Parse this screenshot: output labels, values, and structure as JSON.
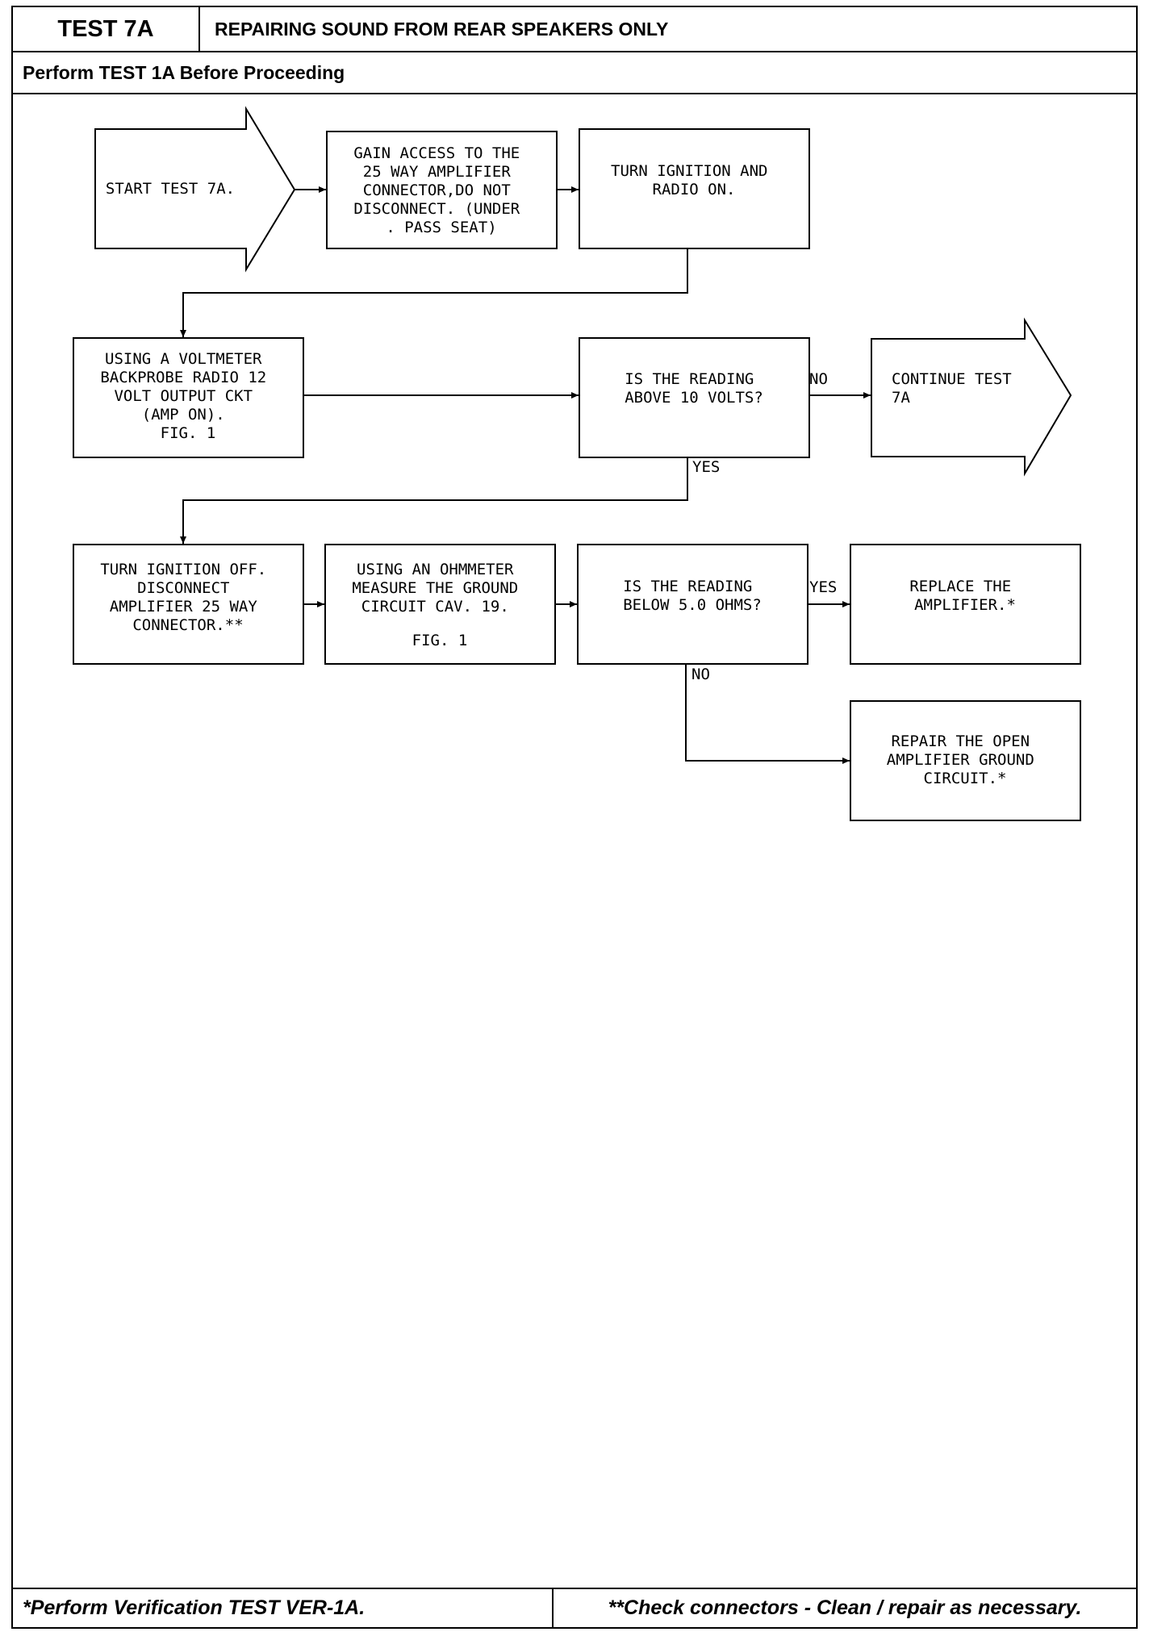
{
  "header": {
    "test_id": "TEST 7A",
    "title": "REPAIRING SOUND FROM REAR SPEAKERS ONLY",
    "prerequisite": "Perform TEST 1A Before Proceeding"
  },
  "flow": {
    "start": [
      "START TEST 7A."
    ],
    "gain_access": [
      "GAIN ACCESS TO THE",
      "25 WAY AMPLIFIER",
      "CONNECTOR,DO NOT",
      "DISCONNECT. (UNDER",
      ".    PASS SEAT)"
    ],
    "turn_on": [
      "TURN IGNITION AND",
      "RADIO ON."
    ],
    "voltmeter": [
      "USING A VOLTMETER",
      "BACKPROBE RADIO 12",
      "VOLT OUTPUT CKT",
      "(AMP ON).",
      "FIG. 1"
    ],
    "decision_volts": [
      "IS THE READING",
      "ABOVE 10 VOLTS?"
    ],
    "continue": [
      "CONTINUE TEST",
      "7A"
    ],
    "ignition_off": [
      "TURN IGNITION OFF.",
      "DISCONNECT",
      "AMPLIFIER 25 WAY",
      "CONNECTOR.**"
    ],
    "ohmmeter": [
      "USING AN OHMMETER",
      "MEASURE THE GROUND",
      "CIRCUIT CAV. 19.",
      "",
      "FIG. 1"
    ],
    "decision_ohms": [
      "IS THE READING",
      "BELOW 5.0 OHMS?"
    ],
    "replace": [
      "REPLACE THE",
      "AMPLIFIER.*"
    ],
    "repair": [
      "REPAIR THE OPEN",
      "AMPLIFIER GROUND",
      "CIRCUIT.*"
    ],
    "labels": {
      "no1": "NO",
      "yes1": "YES",
      "yes2": "YES",
      "no2": "NO"
    }
  },
  "footer": {
    "left": "*Perform Verification TEST VER-1A.",
    "right": "**Check connectors - Clean / repair as necessary."
  }
}
